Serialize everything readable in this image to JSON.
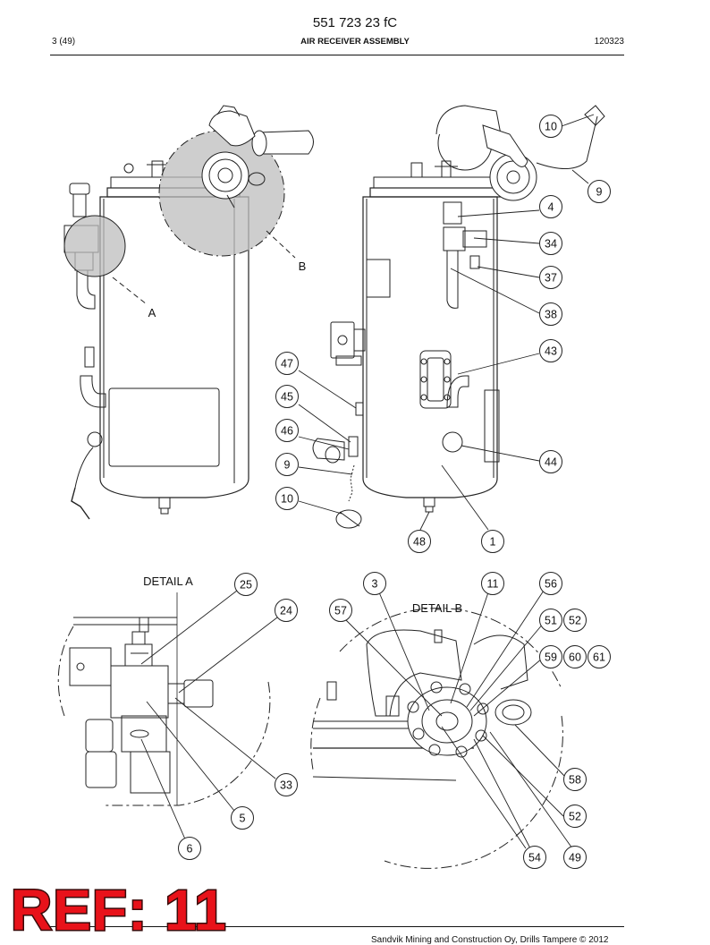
{
  "header": {
    "doc_number": "551 723 23 fC",
    "page": "3 (49)",
    "title": "AIR RECEIVER ASSEMBLY",
    "date_code": "120323"
  },
  "labels": {
    "detail_a": "DETAIL A",
    "detail_b": "DETAIL B",
    "letter_a": "A",
    "letter_b": "B"
  },
  "callouts": {
    "c10a": "10",
    "c9a": "9",
    "c4": "4",
    "c34": "34",
    "c37": "37",
    "c38": "38",
    "c43": "43",
    "c44": "44",
    "c47": "47",
    "c45": "45",
    "c46": "46",
    "c9b": "9",
    "c10b": "10",
    "c48": "48",
    "c1": "1",
    "c25": "25",
    "c24": "24",
    "c33": "33",
    "c5": "5",
    "c6": "6",
    "c3": "3",
    "c11": "11",
    "c56": "56",
    "c57": "57",
    "c51": "51",
    "c52a": "52",
    "c59": "59",
    "c60": "60",
    "c61": "61",
    "c58": "58",
    "c52b": "52",
    "c54": "54",
    "c49": "49"
  },
  "stamp": "REF: 11",
  "footer": "Sandvik Mining and Construction Oy, Drills Tampere © 2012"
}
